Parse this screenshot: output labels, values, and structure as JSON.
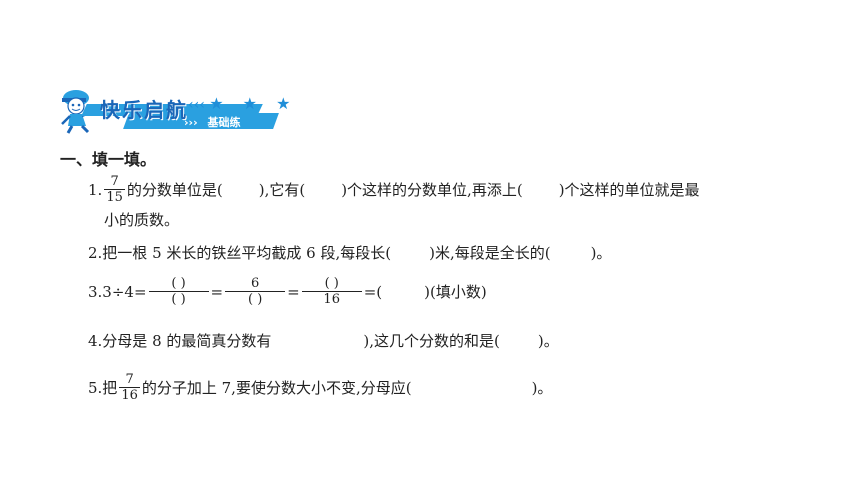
{
  "banner": {
    "title": "快乐启航",
    "arrows_top": "‹‹‹",
    "stars": "★ ★ ★",
    "arrows_bottom": "›››",
    "subtitle": "基础练"
  },
  "section": {
    "title": "一、填一填。"
  },
  "questions": {
    "q1": {
      "num": "1.",
      "frac_num": "7",
      "frac_den": "15",
      "t1": "的分数单位是(",
      "t2": "),它有(",
      "t3": ")个这样的分数单位,再添上(",
      "t4": ")个这样的单位就是最",
      "line2": "小的质数。"
    },
    "q2": {
      "text_a": "2.把一根 5 米长的铁丝平均截成 6 段,每段长(",
      "text_b": ")米,每段是全长的(",
      "text_c": ")。"
    },
    "q3": {
      "lead": "3.3÷4=",
      "f1_num": "(      )",
      "f1_den": "(      )",
      "eq1": "=",
      "f2_num": "6",
      "f2_den": "(      )",
      "eq2": "=",
      "f3_num": "(      )",
      "f3_den": "16",
      "eq3": "=(",
      "tail": ")(填小数)"
    },
    "q4": {
      "text_a": "4.分母是 8 的最简真分数有",
      "text_b": "),这几个分数的和是(",
      "text_c": ")。"
    },
    "q5": {
      "lead": "5.把",
      "frac_num": "7",
      "frac_den": "16",
      "text_a": "的分子加上 7,要使分数大小不变,分母应(",
      "text_b": ")。"
    }
  },
  "colors": {
    "banner_blue": "#2aa0e0",
    "title_blue": "#1a66b8"
  }
}
